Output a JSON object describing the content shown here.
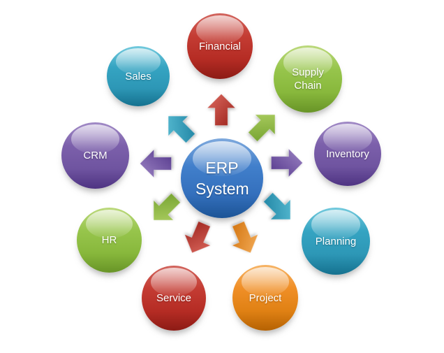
{
  "diagram": {
    "type": "hub-and-spoke",
    "center": {
      "label": "ERP System",
      "line1": "ERP",
      "line2": "System",
      "color": "#3C7CC9"
    },
    "nodes": [
      {
        "label": "Financial",
        "color": "#C23A32",
        "position": "top"
      },
      {
        "label": "Supply Chain",
        "color": "#92C146",
        "position": "top-right"
      },
      {
        "label": "Inventory",
        "color": "#755AA0",
        "position": "right"
      },
      {
        "label": "Planning",
        "color": "#35A4C2",
        "position": "lower-right"
      },
      {
        "label": "Project",
        "color": "#EE8C24",
        "position": "bottom-right"
      },
      {
        "label": "Service",
        "color": "#C23A32",
        "position": "bottom-left"
      },
      {
        "label": "HR",
        "color": "#92C146",
        "position": "lower-left"
      },
      {
        "label": "CRM",
        "color": "#755AA0",
        "position": "left"
      },
      {
        "label": "Sales",
        "color": "#35A4C2",
        "position": "top-left"
      }
    ],
    "arrows": [
      {
        "to": "Financial",
        "direction": "up",
        "color": "#C23A32"
      },
      {
        "to": "Supply Chain",
        "direction": "up-right",
        "color": "#92C146"
      },
      {
        "to": "Inventory",
        "direction": "right",
        "color": "#755AA0"
      },
      {
        "to": "Planning",
        "direction": "down-right",
        "color": "#35A4C2"
      },
      {
        "to": "Project",
        "direction": "down-right",
        "color": "#EE8C24"
      },
      {
        "to": "Service",
        "direction": "down-left",
        "color": "#C23A32"
      },
      {
        "to": "HR",
        "direction": "down-left",
        "color": "#92C146"
      },
      {
        "to": "CRM",
        "direction": "left",
        "color": "#755AA0"
      },
      {
        "to": "Sales",
        "direction": "up-left",
        "color": "#35A4C2"
      }
    ]
  }
}
